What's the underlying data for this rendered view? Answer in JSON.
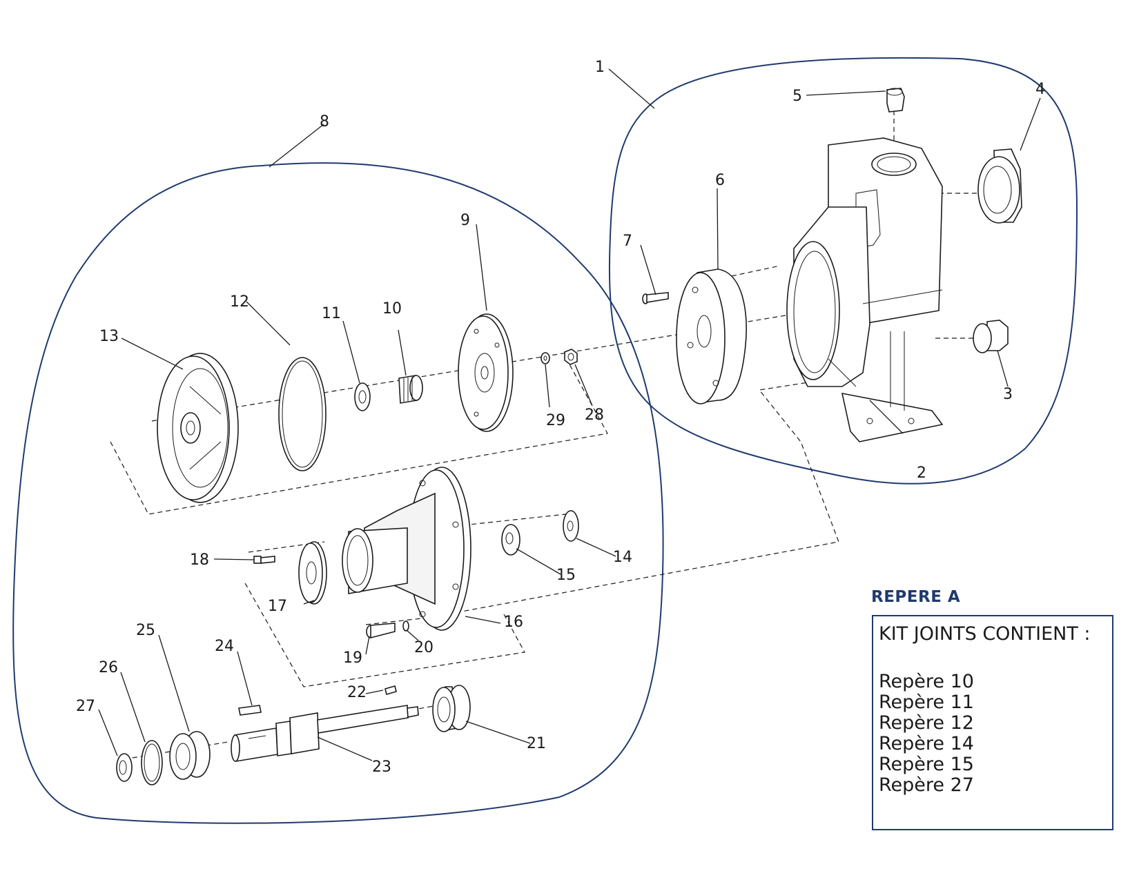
{
  "labels": {
    "p1": "1",
    "p2": "2",
    "p3": "3",
    "p4": "4",
    "p5": "5",
    "p6": "6",
    "p7": "7",
    "p8": "8",
    "p9": "9",
    "p10": "10",
    "p11": "11",
    "p12": "12",
    "p13": "13",
    "p14": "14",
    "p15": "15",
    "p16": "16",
    "p17": "17",
    "p18": "18",
    "p19": "19",
    "p20": "20",
    "p21": "21",
    "p22": "22",
    "p23": "23",
    "p24": "24",
    "p25": "25",
    "p26": "26",
    "p27": "27",
    "p28": "28",
    "p29": "29"
  },
  "repere": {
    "title": "REPERE A",
    "heading": "KIT JOINTS CONTIENT :",
    "items": [
      "Repère 10",
      "Repère 11",
      "Repère 12",
      "Repère 14",
      "Repère 15",
      "Repère 27"
    ]
  },
  "colors": {
    "outline": "#1f3a6e",
    "ink": "#1a1a1a"
  }
}
